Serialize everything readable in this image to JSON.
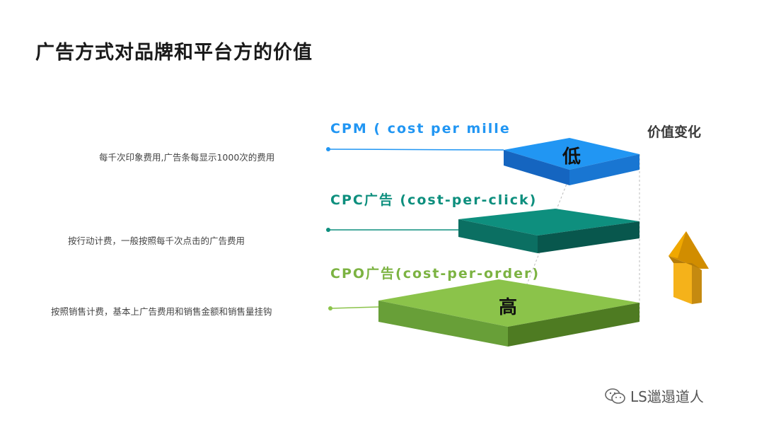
{
  "title": "广告方式对品牌和平台方的价值",
  "value_label": "价值变化",
  "tiers": [
    {
      "name": "CPM ( cost per mille",
      "description": "每千次印象费用,广告条每显示1000次的费用",
      "plate_text": "低",
      "color": "#2196F3"
    },
    {
      "name": "CPC广告 (cost-per-click)",
      "description": "按行动计费，一般按照每千次点击的广告费用",
      "plate_text": "",
      "color": "#0E8F7E"
    },
    {
      "name": "CPO广告(cost-per-order)",
      "description": "按照销售计费，基本上广告费用和销售金额和销售量挂钩",
      "plate_text": "高",
      "color": "#8BC34A"
    }
  ],
  "watermark": "LS邋遢道人",
  "icons": [
    "up-arrow-icon",
    "wechat-icon"
  ]
}
